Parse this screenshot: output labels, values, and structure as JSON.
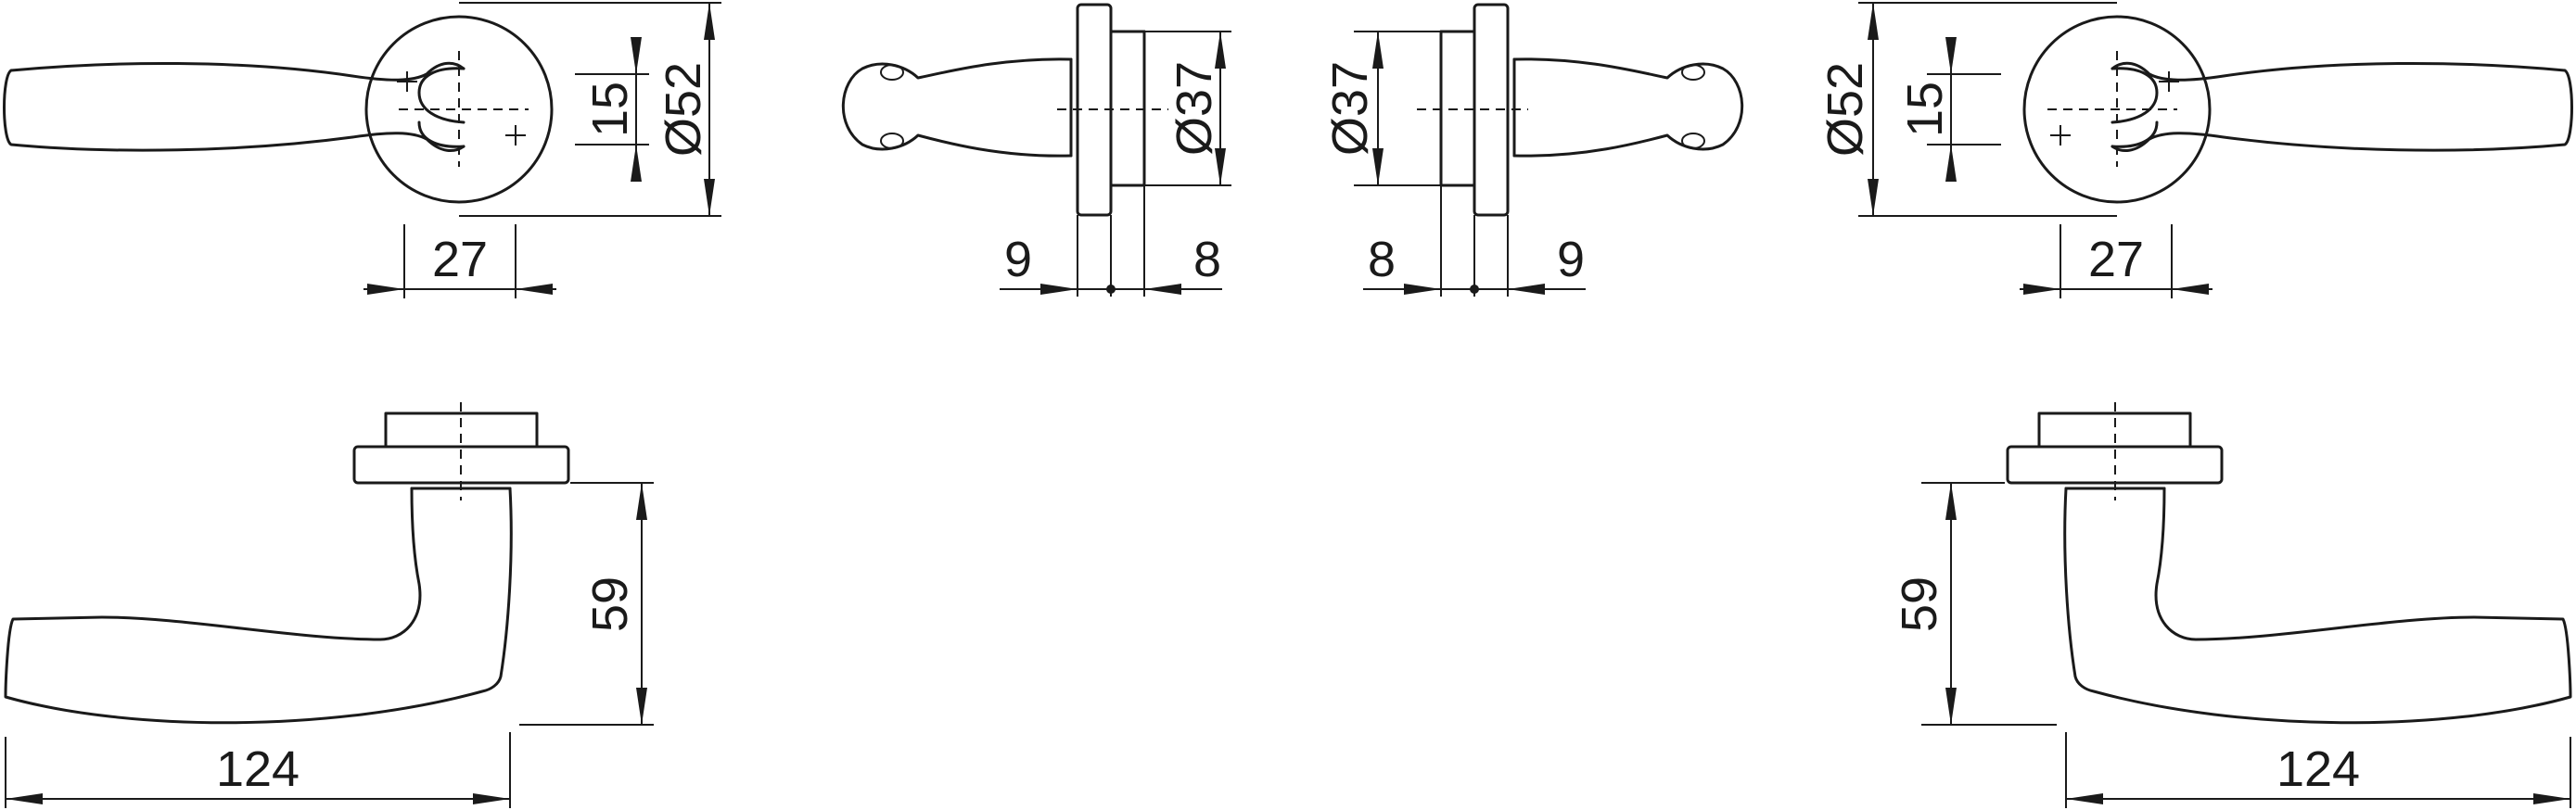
{
  "dimensions": {
    "rose_left_diameter": "Ø52",
    "rose_left_spindle": "15",
    "rose_left_offset": "27",
    "side_left_rose_diameter": "Ø37",
    "side_left_offset_a": "9",
    "side_left_offset_b": "8",
    "side_right_rose_diameter": "Ø37",
    "side_right_offset_a": "8",
    "side_right_offset_b": "9",
    "rose_right_diameter": "Ø52",
    "rose_right_spindle": "15",
    "rose_right_offset": "27",
    "lever_left_height": "59",
    "lever_left_length": "124",
    "lever_right_height": "59",
    "lever_right_length": "124"
  },
  "colors": {
    "line": "#1a1a1a",
    "background": "#ffffff"
  }
}
